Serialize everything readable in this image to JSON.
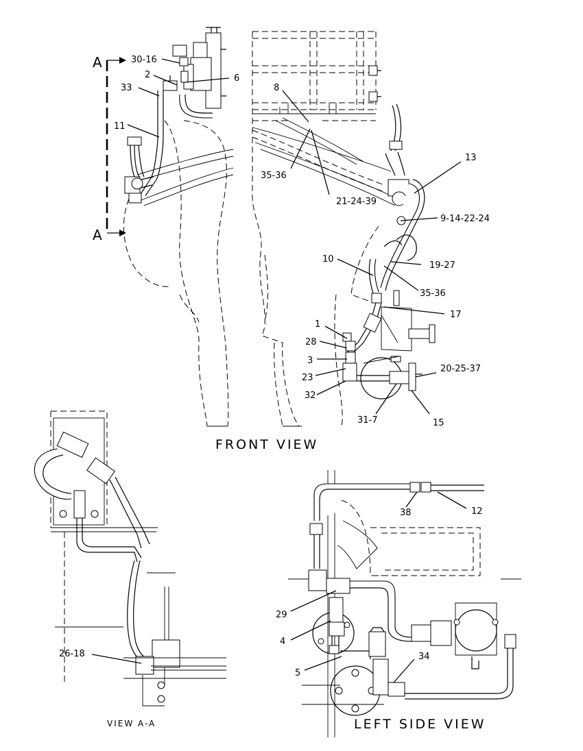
{
  "views": {
    "front": "FRONT VIEW",
    "left_side": "LEFT SIDE VIEW",
    "section": "VIEW A-A"
  },
  "section_marker": {
    "letter": "A"
  },
  "callouts": {
    "front": [
      {
        "id": "c30_16",
        "text": "30-16"
      },
      {
        "id": "c2",
        "text": "2"
      },
      {
        "id": "c6",
        "text": "6"
      },
      {
        "id": "c33",
        "text": "33"
      },
      {
        "id": "c11",
        "text": "11"
      },
      {
        "id": "c8",
        "text": "8"
      },
      {
        "id": "c35_36a",
        "text": "35-36"
      },
      {
        "id": "c21_24_39",
        "text": "21-24-39"
      },
      {
        "id": "c13",
        "text": "13"
      },
      {
        "id": "c9_14_22_24",
        "text": "9-14-22-24"
      },
      {
        "id": "c10",
        "text": "10"
      },
      {
        "id": "c19_27",
        "text": "19-27"
      },
      {
        "id": "c35_36b",
        "text": "35-36"
      },
      {
        "id": "c17",
        "text": "17"
      },
      {
        "id": "c1",
        "text": "1"
      },
      {
        "id": "c28",
        "text": "28"
      },
      {
        "id": "c3",
        "text": "3"
      },
      {
        "id": "c23",
        "text": "23"
      },
      {
        "id": "c32",
        "text": "32"
      },
      {
        "id": "c20_25_37",
        "text": "20-25-37"
      },
      {
        "id": "c31_7",
        "text": "31-7"
      },
      {
        "id": "c15",
        "text": "15"
      }
    ],
    "section": [
      {
        "id": "c26_18",
        "text": "26-18"
      }
    ],
    "left_side": [
      {
        "id": "c38",
        "text": "38"
      },
      {
        "id": "c12",
        "text": "12"
      },
      {
        "id": "c29",
        "text": "29"
      },
      {
        "id": "c4",
        "text": "4"
      },
      {
        "id": "c5",
        "text": "5"
      },
      {
        "id": "c34",
        "text": "34"
      }
    ]
  }
}
